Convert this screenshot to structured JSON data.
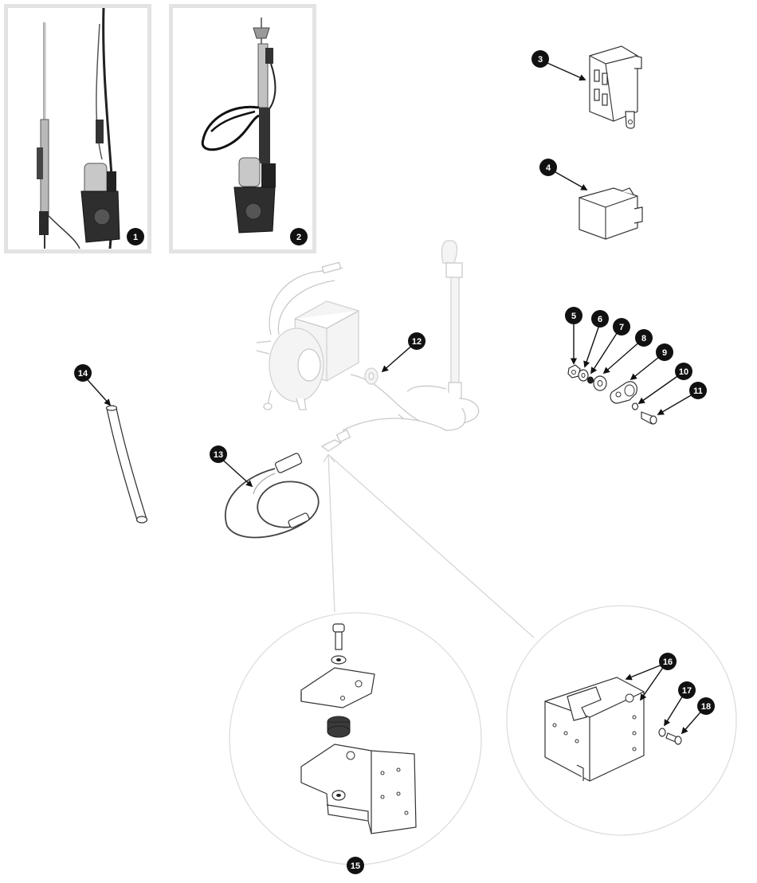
{
  "figure": {
    "background": "#ffffff",
    "callout_color": "#111111",
    "ghost_color": "#c9c9c9",
    "frame_color": "#e3e3e3"
  },
  "callouts": {
    "c1": "1",
    "c2": "2",
    "c3": "3",
    "c4": "4",
    "c5": "5",
    "c6": "6",
    "c7": "7",
    "c8": "8",
    "c9": "9",
    "c10": "10",
    "c11": "11",
    "c12": "12",
    "c13": "13",
    "c14": "14",
    "c15": "15",
    "c16": "16",
    "c17": "17",
    "c18": "18"
  },
  "parts": [
    {
      "id": "1",
      "icon": "antenna-photo-icon"
    },
    {
      "id": "2",
      "icon": "antenna-photo-icon"
    },
    {
      "id": "3",
      "icon": "relay-icon"
    },
    {
      "id": "4",
      "icon": "relay-cover-icon"
    },
    {
      "id": "5",
      "icon": "nut-icon"
    },
    {
      "id": "6",
      "icon": "washer-icon"
    },
    {
      "id": "7",
      "icon": "washer-icon"
    },
    {
      "id": "8",
      "icon": "spacer-icon"
    },
    {
      "id": "9",
      "icon": "clamp-icon"
    },
    {
      "id": "10",
      "icon": "washer-icon"
    },
    {
      "id": "11",
      "icon": "bolt-icon"
    },
    {
      "id": "12",
      "icon": "grommet-icon"
    },
    {
      "id": "13",
      "icon": "cable-icon"
    },
    {
      "id": "14",
      "icon": "drain-tube-icon"
    },
    {
      "id": "15",
      "icon": "bracket-icon"
    },
    {
      "id": "16",
      "icon": "bracket-icon"
    },
    {
      "id": "17",
      "icon": "washer-icon"
    },
    {
      "id": "18",
      "icon": "bolt-icon"
    }
  ]
}
